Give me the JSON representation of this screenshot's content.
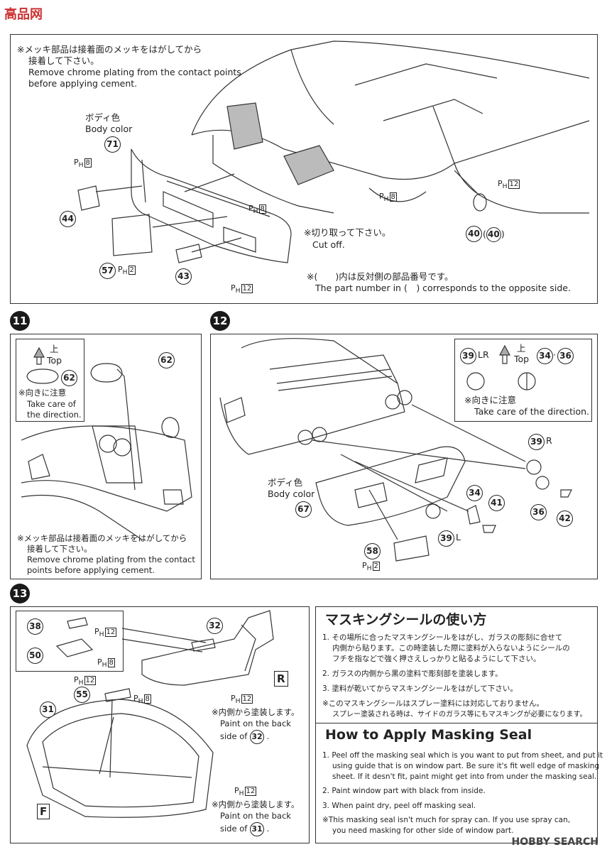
{
  "logo": "高品网",
  "watermark": "HOBBY SEARCH",
  "step10": {
    "note_jp1": "※メッキ部品は接着面のメッキをはがしてから",
    "note_jp2": "接着して下さい。",
    "note_en1": "Remove chrome plating from the contact points",
    "note_en2": "before applying cement.",
    "body_color_jp": "ボディ色",
    "body_color_en": "Body color",
    "part71": "71",
    "part44": "44",
    "part57": "57",
    "part43": "43",
    "part40a": "40",
    "part40b": "40",
    "ph8a": "8",
    "ph8b": "8",
    "ph8c": "8",
    "ph2": "2",
    "ph12a": "12",
    "ph12b": "12",
    "cut_jp": "※切り取って下さい。",
    "cut_en": "Cut off.",
    "opp_jp": "※(　　)内は反対側の部品番号です。",
    "opp_en": "The part number in (　) corresponds to the opposite side."
  },
  "step11": {
    "number": "11",
    "top_jp": "上",
    "top_en": "Top",
    "part62a": "62",
    "part62b": "62",
    "dir_jp": "※向きに注意",
    "dir_en1": "Take care of",
    "dir_en2": "the direction.",
    "note_jp1": "※メッキ部品は接着面のメッキをはがしてから",
    "note_jp2": "接着して下さい。",
    "note_en1": "Remove chrome plating from the contact",
    "note_en2": "points before applying cement."
  },
  "step12": {
    "number": "12",
    "part39lr": "39",
    "lr": "LR",
    "top_jp": "上",
    "top_en": "Top",
    "part34": "34",
    "part36": "36",
    "dir_jp": "※向きに注意",
    "dir_en": "Take care of the direction.",
    "body_color_jp": "ボディ色",
    "body_color_en": "Body color",
    "part67": "67",
    "part39r": "39",
    "r": "R",
    "part39l": "39",
    "l": "L",
    "part34b": "34",
    "part41": "41",
    "part36b": "36",
    "part42": "42",
    "part58": "58",
    "ph2": "2"
  },
  "step13": {
    "number": "13",
    "part38": "38",
    "part50": "50",
    "part55": "55",
    "part31a": "31",
    "part32a": "32",
    "ph12a": "12",
    "ph8a": "8",
    "ph12b": "12",
    "ph8b": "8",
    "ph12c": "12",
    "ph12d": "12",
    "r_label": "R",
    "f_label": "F",
    "back32_jp": "※内側から塗装します。",
    "back32_en1": "Paint on the back",
    "back32_en2": "side of",
    "part32b": "32",
    "back31_jp": "※内側から塗装します。",
    "back31_en1": "Paint on the back",
    "back31_en2": "side of",
    "part31b": "31"
  },
  "masking": {
    "title_jp": "マスキングシールの使い方",
    "jp1a": "1.  その場所に合ったマスキングシールをはがし、ガラスの彫刻に合せて",
    "jp1b": "内側から貼ります。この時塗装した際に塗料が入らないようにシールの",
    "jp1c": "フチを指などで強く押さえしっかりと貼るようにして下さい。",
    "jp2": "2.  ガラスの内側から黒の塗料で彫刻部を塗装します。",
    "jp3": "3.  塗料が乾いてからマスキングシールをはがして下さい。",
    "jp4a": "※このマスキングシールはスプレー塗料には対応しておりません。",
    "jp4b": "スプレー塗装される時は、サイドのガラス等にもマスキングが必要になります。",
    "title_en": "How to Apply Masking Seal",
    "en1a": "1.  Peel off the masking seal which is you want to put from sheet, and put it",
    "en1b": "using guide that is on window part. Be sure it's fit well edge of masking",
    "en1c": "sheet. If it desn't fit, paint might get into from under the masking seal.",
    "en2": "2.  Paint window part with black from inside.",
    "en3": "3.  When paint dry, peel off masking seal.",
    "en4a": "※This masking seal isn't much for spray can. If you use spray can,",
    "en4b": "you need masking for other side of window part."
  }
}
